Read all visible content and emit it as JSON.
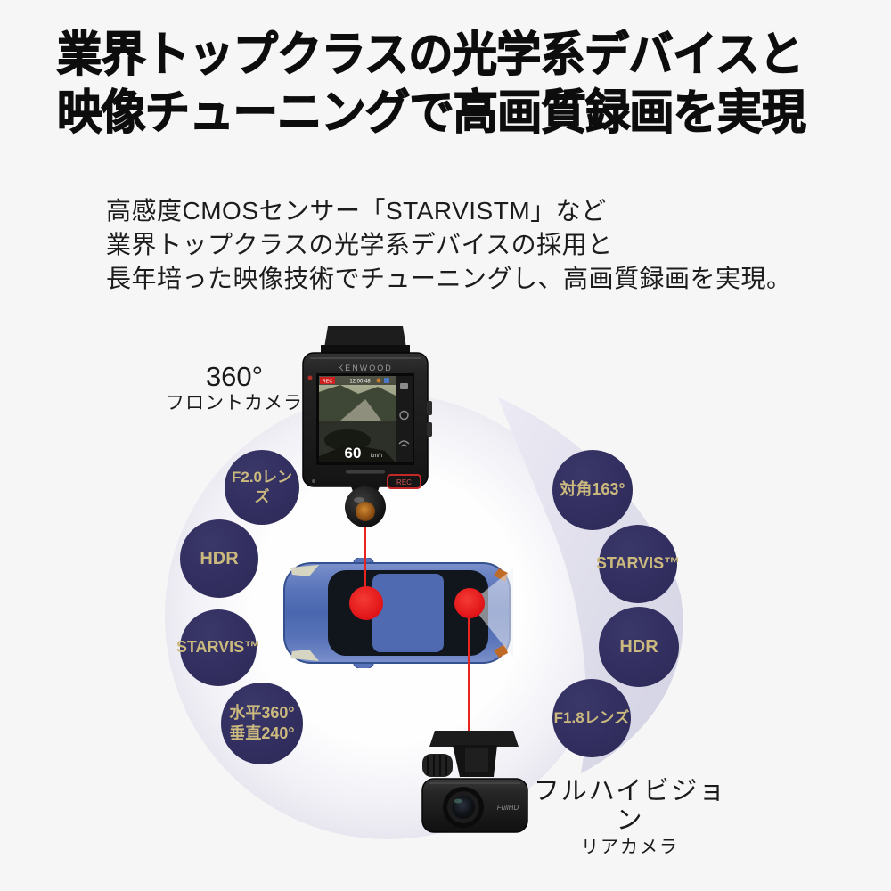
{
  "title": {
    "line1": "業界トップクラスの光学系デバイスと",
    "line2": "映像チューニングで高画質録画を実現"
  },
  "intro": {
    "line1": "高感度CMOSセンサー「STARVISTM」など",
    "line2": "業界トップクラスの光学系デバイスの採用と",
    "line3": "長年培った映像技術でチューニングし、高画質録画を実現。"
  },
  "diagram": {
    "front_camera": {
      "label_angle": "360°",
      "label_name": "フロントカメラ",
      "brand": "KENWOOD",
      "rec_badge": "REC",
      "time": "12:00:48",
      "speed": "60",
      "speed_unit": "km/h",
      "rec_button": "REC"
    },
    "rear_camera": {
      "label_line1": "フルハイビジョン",
      "label_line2": "リアカメラ",
      "logo": "FullHD"
    },
    "front_features": [
      {
        "line1": "F2.0レンズ",
        "line2": ""
      },
      {
        "line1": "HDR",
        "line2": ""
      },
      {
        "line1": "STARVIS™",
        "line2": ""
      },
      {
        "line1": "水平360°",
        "line2": "垂直240°"
      }
    ],
    "rear_features": [
      {
        "line1": "対角163°",
        "line2": ""
      },
      {
        "line1": "STARVIS™",
        "line2": ""
      },
      {
        "line1": "HDR",
        "line2": ""
      },
      {
        "line1": "F1.8レンズ",
        "line2": ""
      }
    ]
  },
  "colors": {
    "background": "#f6f6f6",
    "bubble_navy": "#322f60",
    "bubble_text_gold": "#cbb97d",
    "accent_red": "#e8261f",
    "fov_lavender": "#d5d4e4",
    "car_blue": "#5570b5"
  }
}
